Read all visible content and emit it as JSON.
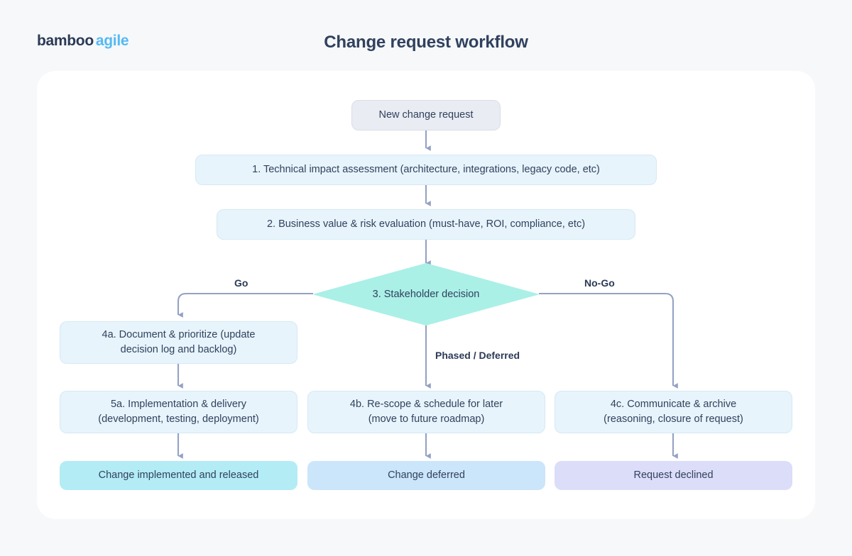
{
  "header": {
    "logo_primary": "bamboo",
    "logo_accent": "agile",
    "title": "Change request workflow"
  },
  "colors": {
    "page_background": "#f6f8fa",
    "card_background": "#ffffff",
    "text": "#31415e",
    "logo_accent": "#55b9f3",
    "start_fill": "#e9ecf2",
    "process_fill": "#e7f4fb",
    "decision_fill": "#aaf0e6",
    "result_implemented_fill": "#b3ecf5",
    "result_deferred_fill": "#cbe5fa",
    "result_declined_fill": "#dcddf8",
    "connector": "#93a2c4"
  },
  "chart_data": {
    "type": "diagram",
    "title": "Change request workflow",
    "nodes": [
      {
        "id": "start",
        "label": "New change request",
        "shape": "rounded-rect",
        "style": "start"
      },
      {
        "id": "step1",
        "label": "1. Technical impact assessment (architecture, integrations, legacy code, etc)",
        "shape": "rounded-rect",
        "style": "process"
      },
      {
        "id": "step2",
        "label": "2. Business value & risk evaluation (must-have, ROI, compliance, etc)",
        "shape": "rounded-rect",
        "style": "process"
      },
      {
        "id": "decision",
        "label": "3. Stakeholder decision",
        "shape": "diamond",
        "style": "decision"
      },
      {
        "id": "step4a",
        "label": "4a. Document & prioritize (update\ndecision log and backlog)",
        "shape": "rounded-rect",
        "style": "process"
      },
      {
        "id": "step5a",
        "label": "5a. Implementation & delivery\n(development, testing, deployment)",
        "shape": "rounded-rect",
        "style": "process"
      },
      {
        "id": "step4b",
        "label": "4b. Re-scope & schedule for later\n(move to future roadmap)",
        "shape": "rounded-rect",
        "style": "process"
      },
      {
        "id": "step4c",
        "label": "4c. Communicate & archive\n(reasoning, closure of request)",
        "shape": "rounded-rect",
        "style": "process"
      },
      {
        "id": "result_a",
        "label": "Change implemented and released",
        "shape": "rounded-rect",
        "style": "result-green"
      },
      {
        "id": "result_b",
        "label": "Change deferred",
        "shape": "rounded-rect",
        "style": "result-blue"
      },
      {
        "id": "result_c",
        "label": "Request declined",
        "shape": "rounded-rect",
        "style": "result-purple"
      }
    ],
    "edges": [
      {
        "from": "start",
        "to": "step1",
        "label": ""
      },
      {
        "from": "step1",
        "to": "step2",
        "label": ""
      },
      {
        "from": "step2",
        "to": "decision",
        "label": ""
      },
      {
        "from": "decision",
        "to": "step4a",
        "label": "Go"
      },
      {
        "from": "decision",
        "to": "step4b",
        "label": "Phased / Deferred"
      },
      {
        "from": "decision",
        "to": "step4c",
        "label": "No-Go"
      },
      {
        "from": "step4a",
        "to": "step5a",
        "label": ""
      },
      {
        "from": "step5a",
        "to": "result_a",
        "label": ""
      },
      {
        "from": "step4b",
        "to": "result_b",
        "label": ""
      },
      {
        "from": "step4c",
        "to": "result_c",
        "label": ""
      }
    ],
    "edge_labels": [
      "Go",
      "No-Go",
      "Phased / Deferred"
    ]
  },
  "nodes": {
    "start": "New change request",
    "step1": "1. Technical impact assessment (architecture, integrations, legacy code, etc)",
    "step2": "2. Business value & risk evaluation (must-have, ROI, compliance, etc)",
    "decision": "3. Stakeholder decision",
    "step4a": "4a. Document & prioritize (update\ndecision log and backlog)",
    "step5a": "5a. Implementation & delivery\n(development, testing, deployment)",
    "step4b": "4b. Re-scope & schedule for later\n(move to future roadmap)",
    "step4c": "4c. Communicate & archive\n(reasoning, closure of request)",
    "result_a": "Change implemented and released",
    "result_b": "Change deferred",
    "result_c": "Request declined"
  },
  "edge_labels": {
    "go": "Go",
    "no_go": "No-Go",
    "phased": "Phased / Deferred"
  }
}
